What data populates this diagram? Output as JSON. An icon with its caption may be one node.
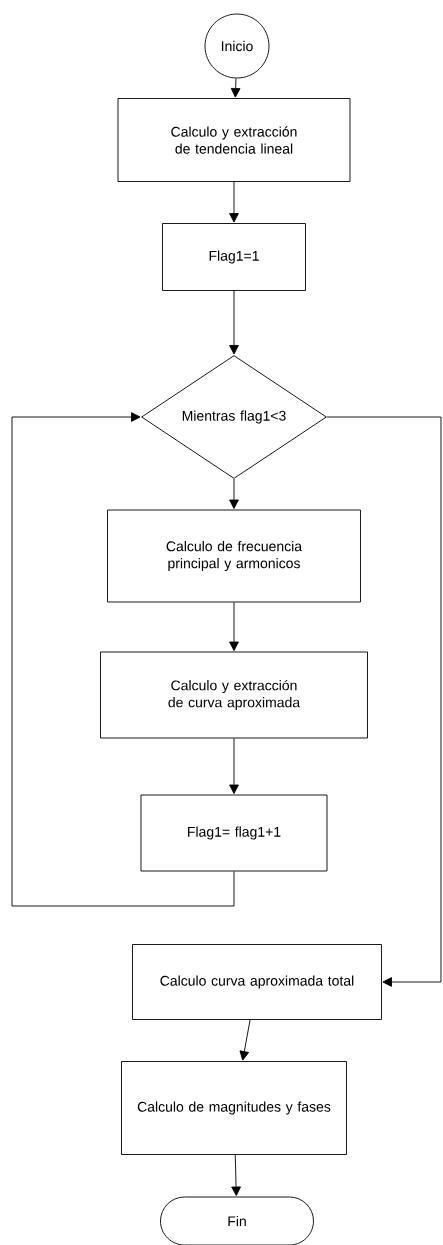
{
  "diagram": {
    "nodes": [
      {
        "text": [
          "Inicio"
        ]
      },
      {
        "text": [
          "Calculo y extracción de tendencia lineal"
        ]
      },
      {
        "text": [
          "Flag1=1"
        ]
      },
      {
        "text": [
          "Mientras flag1<3"
        ]
      },
      {
        "text": [
          "Calculo de frecuencia principal y armonicos"
        ]
      },
      {
        "text": [
          "Calculo y extracción de curva aproximada"
        ]
      },
      {
        "text": [
          "Flag1= flag1+1"
        ]
      },
      {
        "text": [
          "Calculo curva aproximada total"
        ]
      },
      {
        "text": [
          "Calculo de magnitudes y fases"
        ]
      },
      {
        "text": [
          "Fin"
        ]
      }
    ],
    "edges": [
      {
        "from": 0,
        "to": 1,
        "arrow": "to"
      },
      {
        "from": 1,
        "to": 2,
        "arrow": "to"
      },
      {
        "from": 2,
        "to": 3,
        "arrow": "to"
      },
      {
        "from": 3,
        "to": 4,
        "arrow": "to"
      },
      {
        "from": 4,
        "to": 5,
        "arrow": "to"
      },
      {
        "from": 5,
        "to": 6,
        "arrow": "to"
      },
      {
        "from": 6,
        "to": 3,
        "arrow": "to"
      },
      {
        "from": 3,
        "to": 7,
        "arrow": "to"
      },
      {
        "from": 7,
        "to": 8,
        "arrow": "to"
      },
      {
        "from": 8,
        "to": 9,
        "arrow": "to"
      }
    ]
  }
}
